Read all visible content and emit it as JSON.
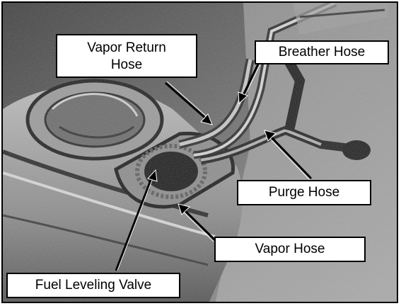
{
  "callouts": {
    "vapor_return_hose": {
      "line1": "Vapor Return",
      "line2": "Hose"
    },
    "breather_hose": "Breather Hose",
    "purge_hose": "Purge Hose",
    "vapor_hose": "Vapor Hose",
    "fuel_leveling_valve": "Fuel Leveling Valve"
  },
  "colors": {
    "frame": "#000000",
    "label_bg": "#ffffff"
  }
}
